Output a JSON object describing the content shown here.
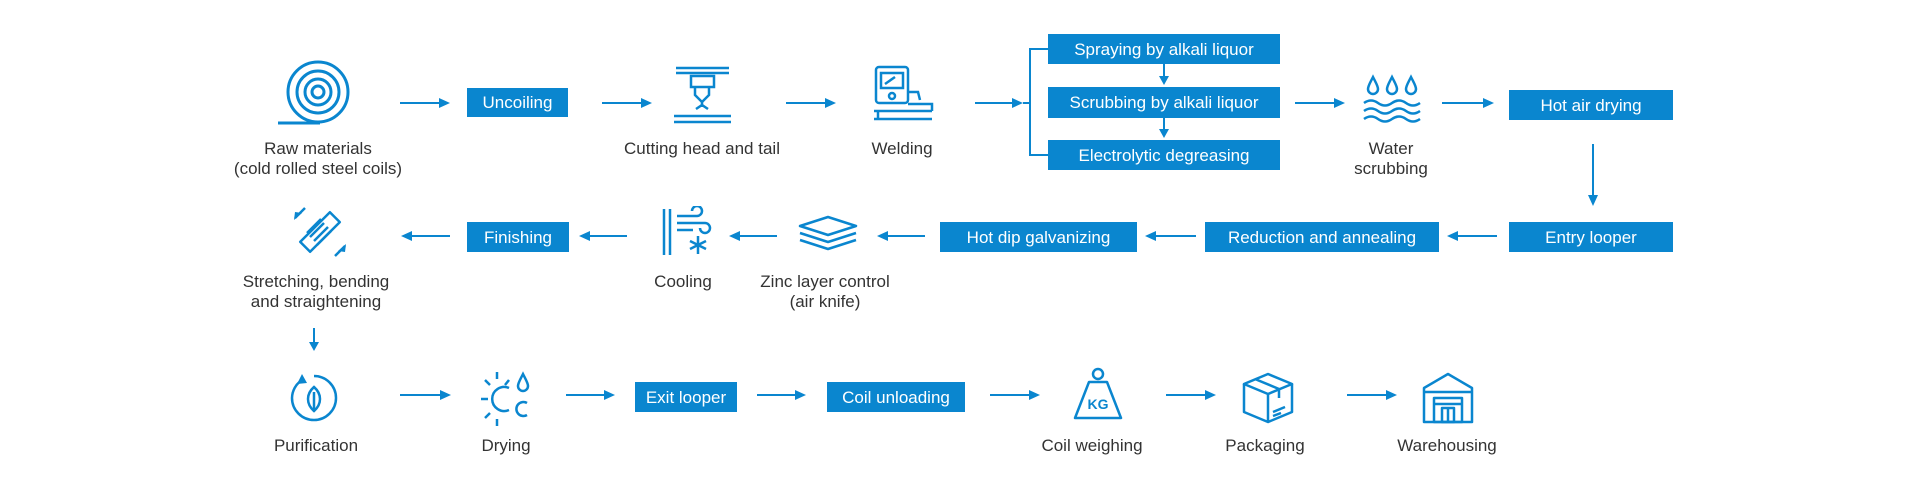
{
  "colors": {
    "accent": "#0a86cf",
    "text": "#333333",
    "box_text": "#ffffff"
  },
  "steps": {
    "raw_materials": {
      "line1": "Raw materials",
      "line2": "(cold rolled steel coils)",
      "icon": "steel-coil-icon"
    },
    "uncoiling": {
      "label": "Uncoiling"
    },
    "cutting": {
      "label": "Cutting head and tail",
      "icon": "cutting-icon"
    },
    "welding": {
      "label": "Welding",
      "icon": "welding-machine-icon"
    },
    "spraying": {
      "label": "Spraying by alkali liquor"
    },
    "scrubbing": {
      "label": "Scrubbing by alkali liquor"
    },
    "electrolytic": {
      "label": "Electrolytic degreasing"
    },
    "water_scrubbing": {
      "line1": "Water",
      "line2": "scrubbing",
      "icon": "water-drops-icon"
    },
    "hot_air_drying": {
      "label": "Hot air drying"
    },
    "entry_looper": {
      "label": "Entry looper"
    },
    "reduction": {
      "label": "Reduction and annealing"
    },
    "hot_dip": {
      "label": "Hot dip galvanizing"
    },
    "zinc_control": {
      "line1": "Zinc layer control",
      "line2": "(air knife)",
      "icon": "layers-icon"
    },
    "cooling": {
      "label": "Cooling",
      "icon": "cooling-icon"
    },
    "finishing": {
      "label": "Finishing"
    },
    "stretching": {
      "line1": "Stretching, bending",
      "line2": "and straightening",
      "icon": "stretching-icon"
    },
    "purification": {
      "label": "Purification",
      "icon": "purification-icon"
    },
    "drying": {
      "label": "Drying",
      "icon": "drying-icon"
    },
    "exit_looper": {
      "label": "Exit looper"
    },
    "coil_unloading": {
      "label": "Coil unloading"
    },
    "coil_weighing": {
      "label": "Coil weighing",
      "icon": "weight-icon",
      "icon_text": "KG"
    },
    "packaging": {
      "label": "Packaging",
      "icon": "package-box-icon"
    },
    "warehousing": {
      "label": "Warehousing",
      "icon": "warehouse-icon"
    }
  }
}
